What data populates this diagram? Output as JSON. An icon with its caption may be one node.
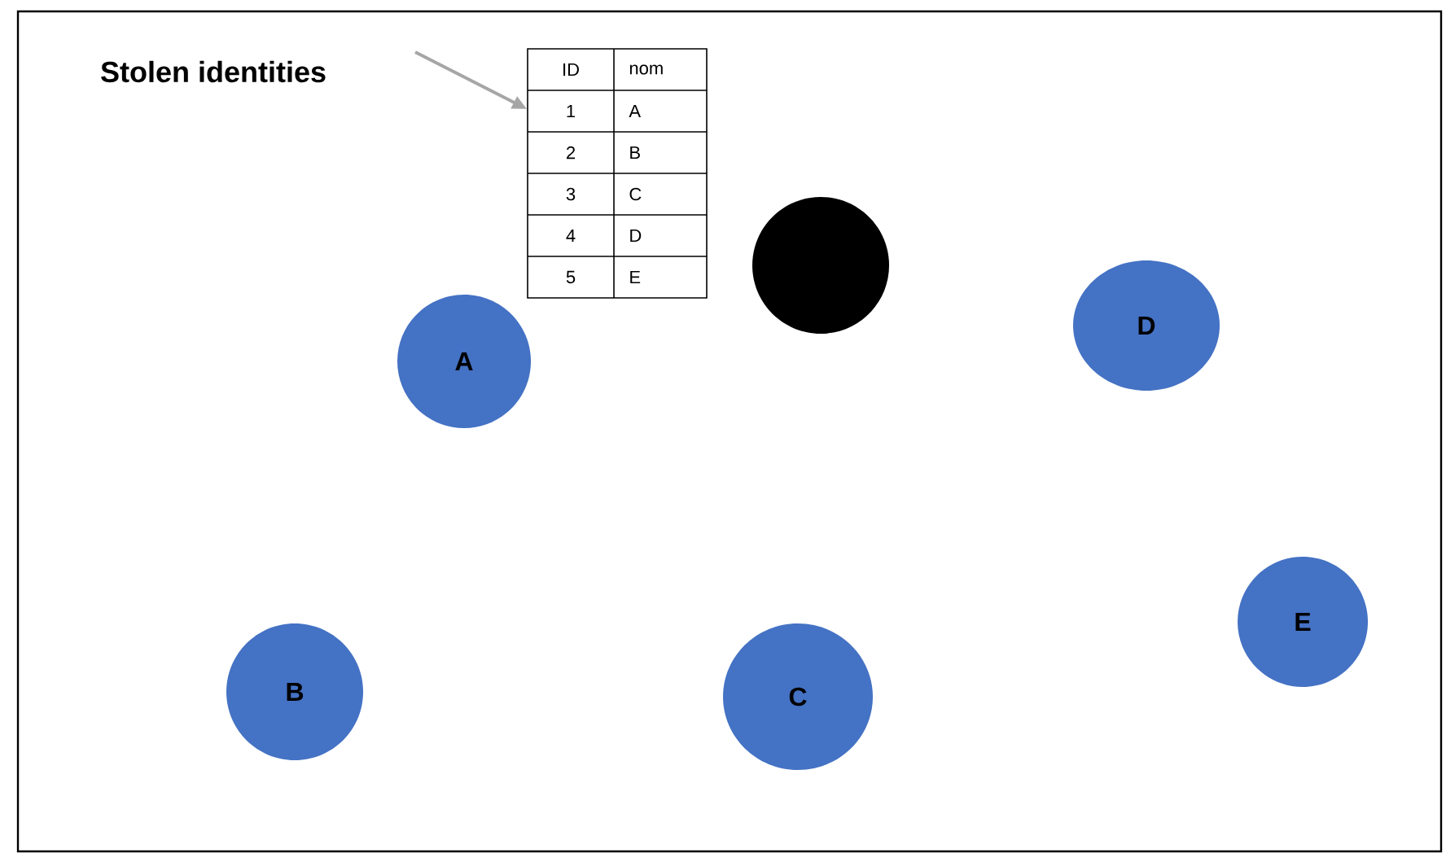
{
  "diagram": {
    "nodes": [
      {
        "text": [
          "Stolen identities"
        ]
      },
      {
        "text": [],
        "shape": "box"
      },
      {
        "text": [],
        "shape": "circle"
      },
      {
        "text": [
          "D"
        ]
      },
      {
        "text": [
          "A"
        ]
      },
      {
        "text": [
          "E"
        ]
      },
      {
        "text": [
          "B"
        ]
      },
      {
        "text": [
          "C"
        ]
      }
    ],
    "edges": [
      {
        "from": 0,
        "to": 1,
        "arrow": "to",
        "color": "#a6a6a6"
      }
    ],
    "labels": [
      "ID",
      "nom",
      "1",
      "A",
      "2",
      "B",
      "3",
      "C",
      "4",
      "D",
      "5",
      "E"
    ]
  }
}
